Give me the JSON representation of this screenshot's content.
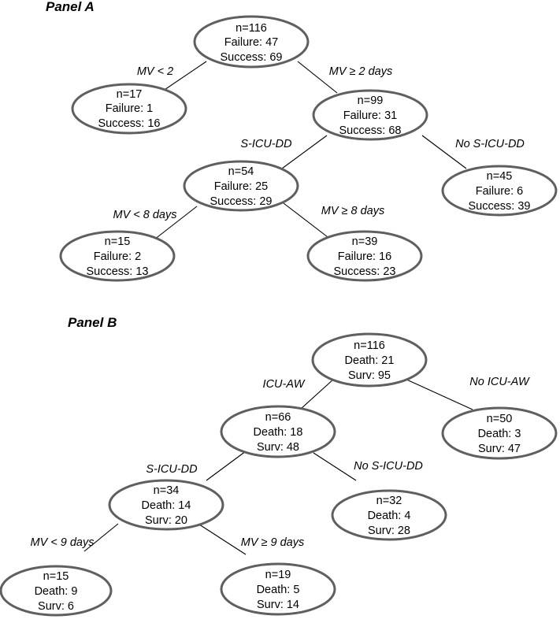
{
  "panel_a": {
    "title": "Panel A",
    "nodes": {
      "root": [
        "n=116",
        "Failure: 47",
        "Success: 69"
      ],
      "mv_lt2": [
        "n=17",
        "Failure: 1",
        "Success: 16"
      ],
      "mv_ge2": [
        "n=99",
        "Failure: 31",
        "Success: 68"
      ],
      "sicudd": [
        "n=54",
        "Failure: 25",
        "Success: 29"
      ],
      "no_sicudd": [
        "n=45",
        "Failure: 6",
        "Success: 39"
      ],
      "mv_lt8": [
        "n=15",
        "Failure: 2",
        "Success: 13"
      ],
      "mv_ge8": [
        "n=39",
        "Failure: 16",
        "Success: 23"
      ]
    },
    "edge_labels": {
      "mv_lt2": "MV < 2",
      "mv_ge2": "MV ≥ 2 days",
      "sicudd": "S-ICU-DD",
      "no_sicudd": "No S-ICU-DD",
      "mv_lt8": "MV < 8 days",
      "mv_ge8": "MV ≥ 8 days"
    }
  },
  "panel_b": {
    "title": "Panel B",
    "nodes": {
      "root": [
        "n=116",
        "Death: 21",
        "Surv: 95"
      ],
      "icuaw": [
        "n=66",
        "Death: 18",
        "Surv: 48"
      ],
      "no_icuaw": [
        "n=50",
        "Death: 3",
        "Surv: 47"
      ],
      "sicudd": [
        "n=34",
        "Death: 14",
        "Surv: 20"
      ],
      "no_sicudd": [
        "n=32",
        "Death: 4",
        "Surv: 28"
      ],
      "mv_lt9": [
        "n=15",
        "Death: 9",
        "Surv: 6"
      ],
      "mv_ge9": [
        "n=19",
        "Death: 5",
        "Surv: 14"
      ]
    },
    "edge_labels": {
      "icuaw": "ICU-AW",
      "no_icuaw": "No ICU-AW",
      "sicudd": "S-ICU-DD",
      "no_sicudd": "No S-ICU-DD",
      "mv_lt9": "MV < 9 days",
      "mv_ge9": "MV ≥ 9 days"
    }
  }
}
